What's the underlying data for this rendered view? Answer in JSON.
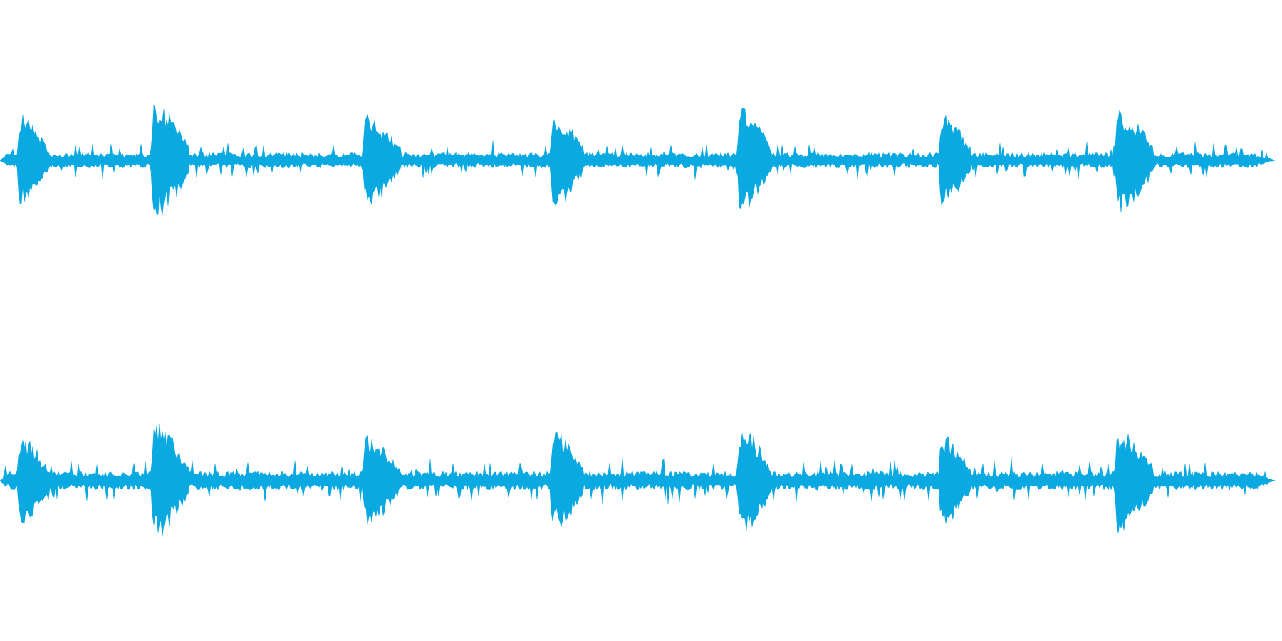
{
  "waveform": {
    "color": "#0aa9e2",
    "background": "#ffffff",
    "channel_count": 2,
    "bursts": [
      {
        "start": 0.013,
        "end": 0.038,
        "amplitude": 0.78
      },
      {
        "start": 0.118,
        "end": 0.148,
        "amplitude": 1.0
      },
      {
        "start": 0.284,
        "end": 0.314,
        "amplitude": 0.78
      },
      {
        "start": 0.431,
        "end": 0.458,
        "amplitude": 0.85
      },
      {
        "start": 0.578,
        "end": 0.605,
        "amplitude": 0.92
      },
      {
        "start": 0.736,
        "end": 0.762,
        "amplitude": 0.78
      },
      {
        "start": 0.874,
        "end": 0.905,
        "amplitude": 0.88
      }
    ],
    "channels": [
      {
        "id": "left",
        "noise_level": 0.09
      },
      {
        "id": "right",
        "noise_level": 0.11
      }
    ]
  }
}
